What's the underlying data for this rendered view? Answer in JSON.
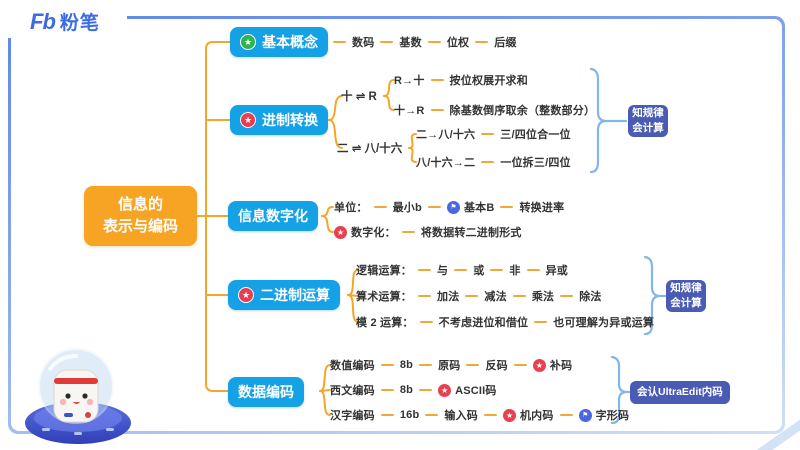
{
  "logo": {
    "mark": "Fb",
    "name": "粉笔"
  },
  "icons": {
    "star": "★",
    "flag": "⚑"
  },
  "colors": {
    "accent_orange": "#f7a425",
    "node_blue": "#14a1e6",
    "note_indigo": "#4a5bb4",
    "brace_blue": "#84b5e8",
    "icon_red": "#e8404e",
    "icon_green": "#2eb44e",
    "icon_flag_blue": "#4a67e0",
    "frame_blue": "#5e86e8"
  },
  "root": {
    "line1": "信息的",
    "line2": "表示与编码"
  },
  "b1": {
    "label": "基本概念",
    "items": [
      "数码",
      "基数",
      "位权",
      "后缀"
    ]
  },
  "b2": {
    "label": "进制转换",
    "g1": {
      "label": "十 ⇌ R",
      "r1": {
        "head": "R→十",
        "text": "按位权展开求和"
      },
      "r2": {
        "head": "十→R",
        "text": "除基数倒序取余（整数部分）"
      }
    },
    "g2": {
      "label": "二 ⇌ 八/十六",
      "r1": {
        "head": "二→八/十六",
        "text": "三/四位合一位"
      },
      "r2": {
        "head": "八/十六→二",
        "text": "一位拆三/四位"
      }
    },
    "note1": "知规律",
    "note2": "会计算"
  },
  "b3": {
    "label": "信息数字化",
    "r1": {
      "head": "单位：",
      "i1": "最小b",
      "i2": "基本B",
      "i3": "转换进率"
    },
    "r2": {
      "head": "数字化：",
      "text": "将数据转二进制形式"
    }
  },
  "b4": {
    "label": "二进制运算",
    "r1": {
      "head": "逻辑运算：",
      "i1": "与",
      "i2": "或",
      "i3": "非",
      "i4": "异或"
    },
    "r2": {
      "head": "算术运算：",
      "i1": "加法",
      "i2": "减法",
      "i3": "乘法",
      "i4": "除法"
    },
    "r3": {
      "head": "模 2 运算：",
      "i1": "不考虑进位和借位",
      "i2": "也可理解为异或运算"
    },
    "note1": "知规律",
    "note2": "会计算"
  },
  "b5": {
    "label": "数据编码",
    "r1": {
      "head": "数值编码",
      "i1": "8b",
      "i2": "原码",
      "i3": "反码",
      "i4": "补码"
    },
    "r2": {
      "head": "西文编码",
      "i1": "8b",
      "i2": "ASCII码"
    },
    "r3": {
      "head": "汉字编码",
      "i1": "16b",
      "i2": "输入码",
      "i3": "机内码",
      "i4": "字形码"
    },
    "note": "会认UltraEdit内码"
  }
}
